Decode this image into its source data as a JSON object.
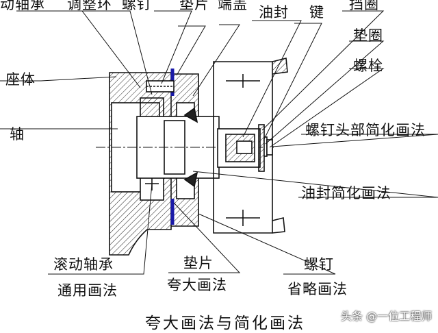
{
  "labels": {
    "rolling_bearing_top": "滚动轴承",
    "adjusting_ring": "调整环",
    "screw_top": "螺钉",
    "gasket_top": "垫片",
    "end_cover": "端盖",
    "oil_seal": "油封",
    "key": "键",
    "retaining_ring": "挡圈",
    "washer": "垫圈",
    "bolt": "螺栓",
    "housing": "座体",
    "shaft": "轴",
    "screw_head_simplified": "螺钉头部简化画法",
    "oil_seal_simplified": "油封简化画法",
    "rolling_bearing_bottom": "滚动轴承",
    "general_drawing": "通用画法",
    "gasket_bottom": "垫片",
    "exaggerated_drawing": "夸大画法",
    "screw_bottom": "螺钉",
    "omitted_drawing": "省略画法"
  },
  "title": "夸大画法与简化画法",
  "watermark": "头条 @一位工程师",
  "colors": {
    "line": "#111111",
    "accent": "#1a1aa8",
    "hatch": "#222222",
    "background": "#ffffff"
  }
}
